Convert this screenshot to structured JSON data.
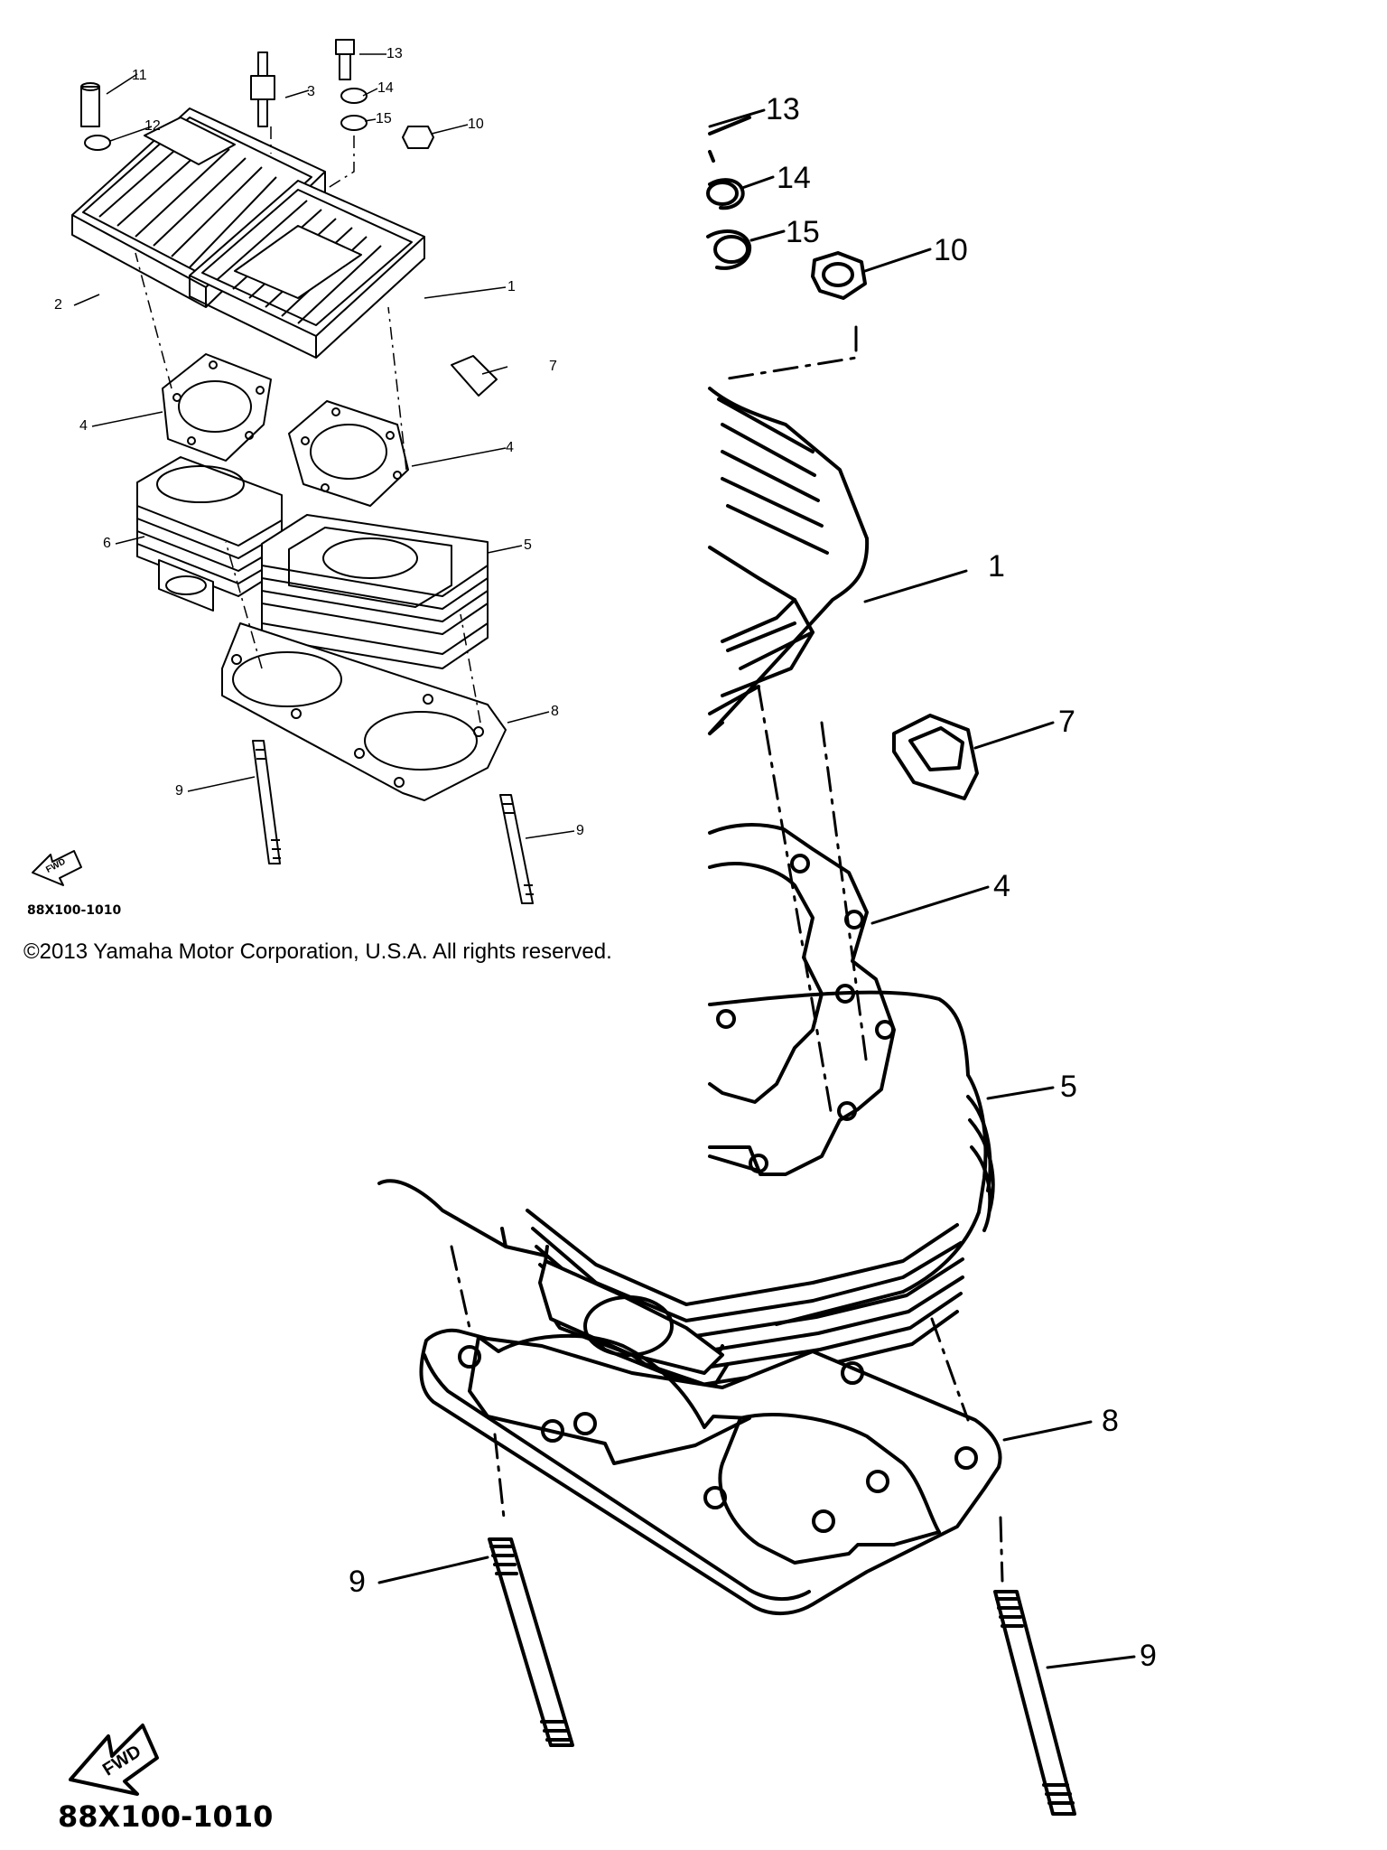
{
  "copyright": "©2013 Yamaha Motor Corporation, U.S.A. All rights reserved.",
  "diagram_code": "88X100-1010",
  "fwd_label": "FWD",
  "small_view": {
    "callouts": [
      "1",
      "2",
      "3",
      "4",
      "4",
      "5",
      "6",
      "7",
      "8",
      "9",
      "9",
      "10",
      "11",
      "12",
      "13",
      "14",
      "15"
    ]
  },
  "large_view": {
    "callouts": [
      "1",
      "4",
      "5",
      "7",
      "8",
      "9",
      "9",
      "10",
      "13",
      "14",
      "15"
    ]
  }
}
